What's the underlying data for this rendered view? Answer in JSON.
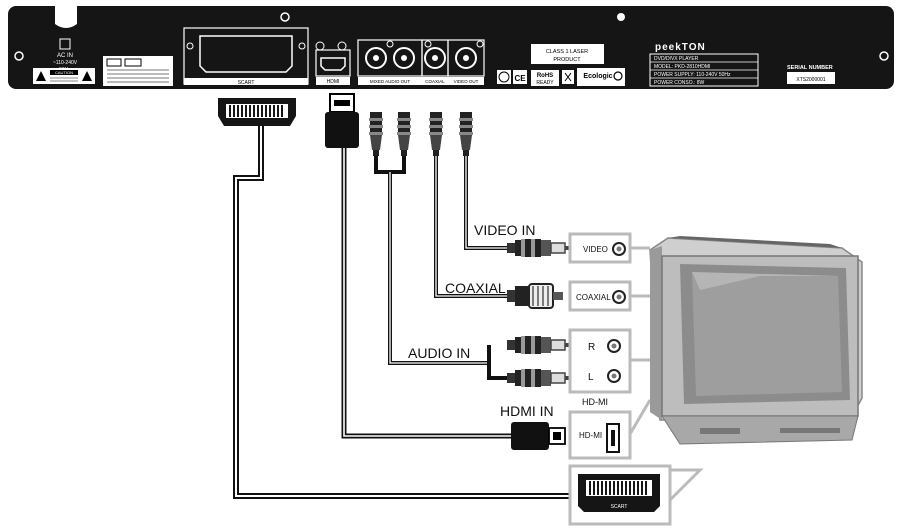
{
  "player_panel": {
    "ac_in": "AC IN",
    "voltage": "~110-240V",
    "frequency": "50Hz",
    "caution": "CAUTION",
    "scart_label": "SCART",
    "hdmi_label": "HDMI",
    "mixed_audio_out": "MIXED AUDIO OUT",
    "coaxial_label": "COAXIAL",
    "video_out": "VIDEO OUT",
    "laser_line1": "CLASS 1 LASER",
    "laser_line2": "PRODUCT",
    "rohs_line1": "RoHS",
    "rohs_line2": "READY",
    "ecologic": "Ecologic",
    "brand": "peekTON",
    "model_line1": "DVD/DIVX PLAYER",
    "model_line2": "MODEL: PKD-2810HDMI",
    "model_line3": "POWER SUPPLY: 110-240V  50Hz",
    "model_line4": "POWER CONSO.: 8W",
    "serial_label": "SERIAL NUMBER",
    "serial_value": "XTS2000001"
  },
  "connections": {
    "video_in": "VIDEO IN",
    "coaxial": "COAXIAL",
    "audio_in": "AUDIO IN",
    "hdmi_in": "HDMI IN"
  },
  "tv_ports": {
    "video": "VIDEO",
    "coaxial": "COAXIAL",
    "right": "R",
    "left": "L",
    "hdmi_caption": "HD-MI",
    "hdmi": "HD-MI",
    "scart": "SCART"
  }
}
